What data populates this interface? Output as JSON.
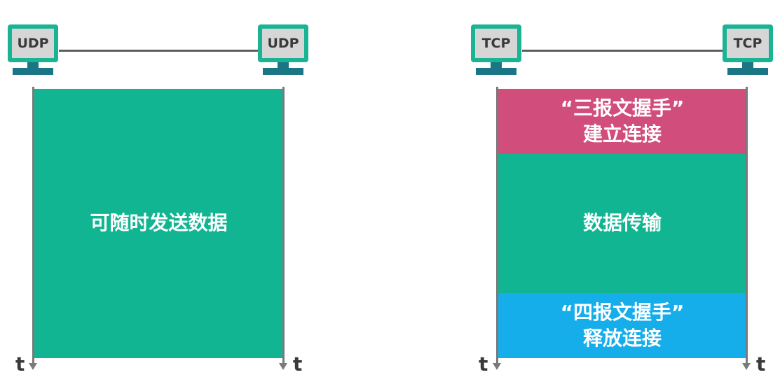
{
  "udp": {
    "left_label": "UDP",
    "right_label": "UDP",
    "block_text": "可随时发送数据",
    "time_left": "t",
    "time_right": "t"
  },
  "tcp": {
    "left_label": "TCP",
    "right_label": "TCP",
    "handshake_line1": "“三报文握手”",
    "handshake_line2": "建立连接",
    "transfer_text": "数据传输",
    "teardown_line1": "“四报文握手”",
    "teardown_line2": "释放连接",
    "time_left": "t",
    "time_right": "t"
  },
  "colors": {
    "green": "#12b592",
    "pink": "#d14d7b",
    "blue": "#16aeea",
    "monitor": "#1ab394",
    "stand": "#1a7585"
  },
  "icons": [
    "computer-icon"
  ]
}
